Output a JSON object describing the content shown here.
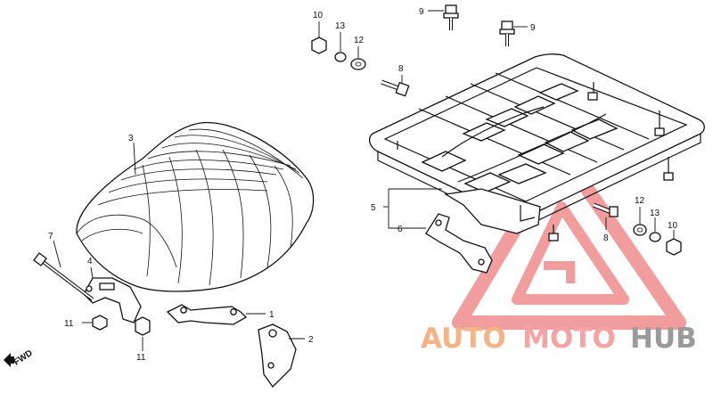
{
  "diagram": {
    "callouts": {
      "c1": "1",
      "c2": "2",
      "c3": "3",
      "c4": "4",
      "c5": "5",
      "c6": "6",
      "c7": "7",
      "c8a": "8",
      "c8b": "8",
      "c9a": "9",
      "c9b": "9",
      "c10a": "10",
      "c10b": "10",
      "c11a": "11",
      "c11b": "11",
      "c12a": "12",
      "c12b": "12",
      "c13a": "13",
      "c13b": "13"
    },
    "direction_marker": "FWD"
  },
  "watermark": {
    "part1": "AUTO",
    "part2": "MOTO",
    "part3": "HUB",
    "colors": {
      "auto": "#f4b486",
      "moto": "#f5a3a3",
      "hub": "#9a9a9a",
      "logo": "#f08c8c"
    }
  }
}
